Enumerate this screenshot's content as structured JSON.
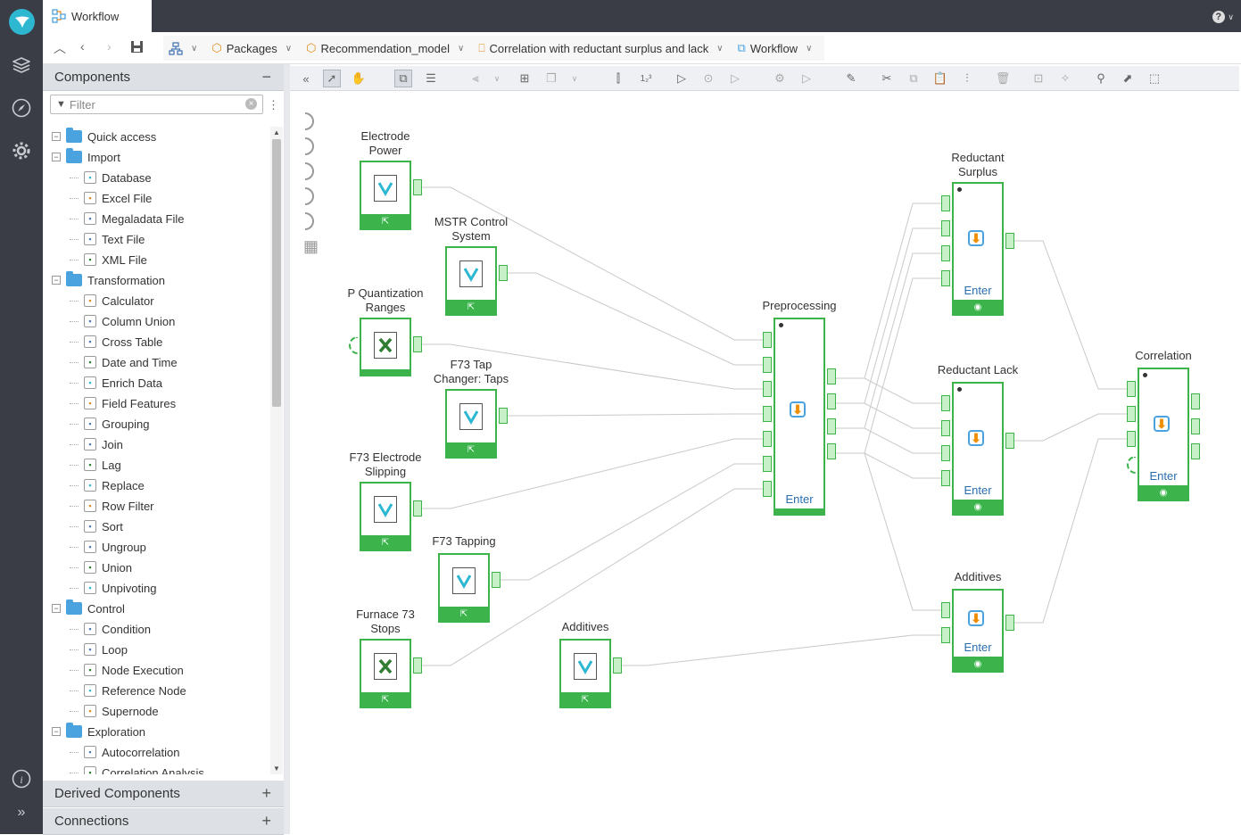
{
  "tab": {
    "label": "Workflow"
  },
  "help": "?",
  "breadcrumb": [
    {
      "label": "Packages",
      "icon": "package-icon"
    },
    {
      "label": "Recommendation_model",
      "icon": "package-icon"
    },
    {
      "label": "Correlation with reductant surplus and lack",
      "icon": "document-icon"
    },
    {
      "label": "Workflow",
      "icon": "workflow-icon"
    }
  ],
  "sidebar": {
    "components_title": "Components",
    "filter_placeholder": "Filter",
    "derived_title": "Derived Components",
    "connections_title": "Connections",
    "tree": [
      {
        "label": "Quick access",
        "folder": true
      },
      {
        "label": "Import",
        "folder": true
      },
      {
        "label": "Database"
      },
      {
        "label": "Excel File"
      },
      {
        "label": "Megaladata File"
      },
      {
        "label": "Text File"
      },
      {
        "label": "XML File"
      },
      {
        "label": "Transformation",
        "folder": true
      },
      {
        "label": "Calculator"
      },
      {
        "label": "Column Union"
      },
      {
        "label": "Cross Table"
      },
      {
        "label": "Date and Time"
      },
      {
        "label": "Enrich Data"
      },
      {
        "label": "Field Features"
      },
      {
        "label": "Grouping"
      },
      {
        "label": "Join"
      },
      {
        "label": "Lag"
      },
      {
        "label": "Replace"
      },
      {
        "label": "Row Filter"
      },
      {
        "label": "Sort"
      },
      {
        "label": "Ungroup"
      },
      {
        "label": "Union"
      },
      {
        "label": "Unpivoting"
      },
      {
        "label": "Control",
        "folder": true
      },
      {
        "label": "Condition"
      },
      {
        "label": "Loop"
      },
      {
        "label": "Node Execution"
      },
      {
        "label": "Reference Node"
      },
      {
        "label": "Supernode"
      },
      {
        "label": "Exploration",
        "folder": true
      },
      {
        "label": "Autocorrelation"
      },
      {
        "label": "Correlation Analysis"
      }
    ]
  },
  "nodes": {
    "electrode_power": "Electrode\nPower",
    "mstr": "MSTR Control\nSystem",
    "p_quant": "P Quantization\nRanges",
    "f73_tap": "F73 Tap\nChanger: Taps",
    "f73_electrode": "F73 Electrode\nSlipping",
    "f73_tapping": "F73 Tapping",
    "furnace": "Furnace 73\nStops",
    "additives_src": "Additives",
    "preprocessing": "Preprocessing",
    "reductant_surplus": "Reductant\nSurplus",
    "reductant_lack": "Reductant Lack",
    "additives": "Additives",
    "correlation": "Correlation",
    "enter": "Enter"
  }
}
